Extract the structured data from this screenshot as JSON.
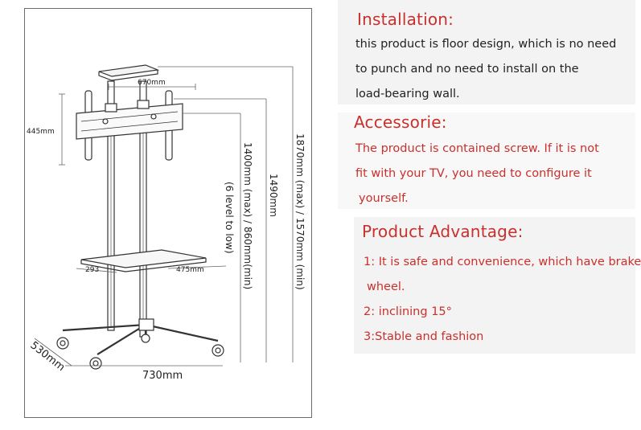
{
  "diagram": {
    "top_width": "670mm",
    "mount_height": "445mm",
    "overall_height": "1870mm (max) / 1570mm (min)",
    "pole_height": "1490mm",
    "adjust_range": "1400mm (max) / 860mm(min)",
    "levels": "(6 level to low)",
    "shelf_depth": "293",
    "shelf_width": "475mm",
    "base_width": "730mm",
    "base_depth": "530mm"
  },
  "installation": {
    "heading": "Installation:",
    "lines": [
      "this product is floor design, which is no need",
      "to punch and no need to install on the",
      "load-bearing wall."
    ]
  },
  "accessorie": {
    "heading": "Accessorie:",
    "lines": [
      "The product is contained screw. If it is not",
      "fit with your TV, you need to configure it",
      "yourself."
    ]
  },
  "advantage": {
    "heading": "Product Advantage:",
    "lines": [
      "1: It is safe and convenience, which have brake",
      "wheel.",
      "2: inclining 15°",
      "3:Stable and fashion"
    ]
  }
}
